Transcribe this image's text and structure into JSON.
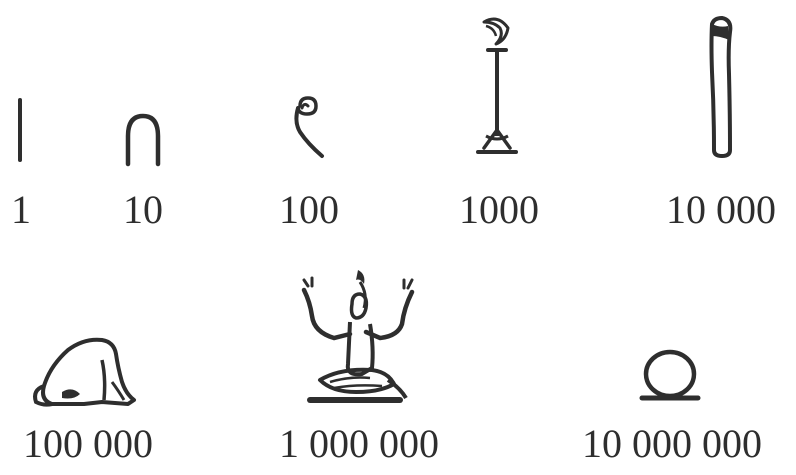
{
  "glyphs": [
    {
      "icon": "stroke-icon",
      "label": "1"
    },
    {
      "icon": "heel-bone-icon",
      "label": "10"
    },
    {
      "icon": "coil-of-rope-icon",
      "label": "100"
    },
    {
      "icon": "lotus-plant-icon",
      "label": "1000"
    },
    {
      "icon": "finger-icon",
      "label": "10 000"
    },
    {
      "icon": "tadpole-icon",
      "label": "100 000"
    },
    {
      "icon": "heh-god-icon",
      "label": "1 000 000"
    },
    {
      "icon": "shen-ring-icon",
      "label": "10 000 000"
    }
  ],
  "colors": {
    "ink": "#2e2e2e",
    "background": "#ffffff"
  }
}
